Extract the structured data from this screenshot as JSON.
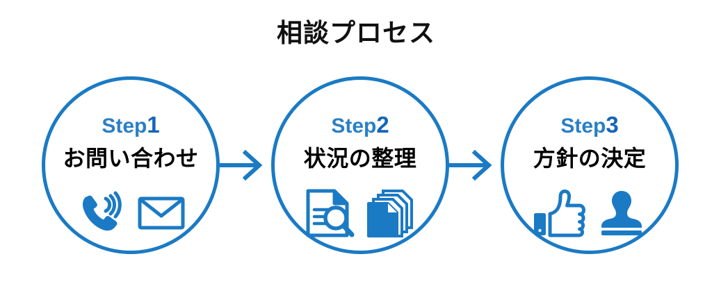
{
  "page": {
    "title": "相談プロセス",
    "background_color": "#ffffff",
    "accent_color": "#1b7ac4",
    "accent_dark_color": "#1565b8",
    "text_color": "#000000"
  },
  "steps": [
    {
      "label_prefix": "Step",
      "label_number": "1",
      "title": "お問い合わせ",
      "icons": [
        "phone-icon",
        "envelope-icon"
      ]
    },
    {
      "label_prefix": "Step",
      "label_number": "2",
      "title": "状況の整理",
      "icons": [
        "document-search-icon",
        "documents-stack-icon"
      ]
    },
    {
      "label_prefix": "Step",
      "label_number": "3",
      "title": "方針の決定",
      "icons": [
        "thumbs-up-icon",
        "stamp-icon"
      ]
    }
  ],
  "arrows": [
    {
      "name": "arrow-step1-to-step2"
    },
    {
      "name": "arrow-step2-to-step3"
    }
  ]
}
